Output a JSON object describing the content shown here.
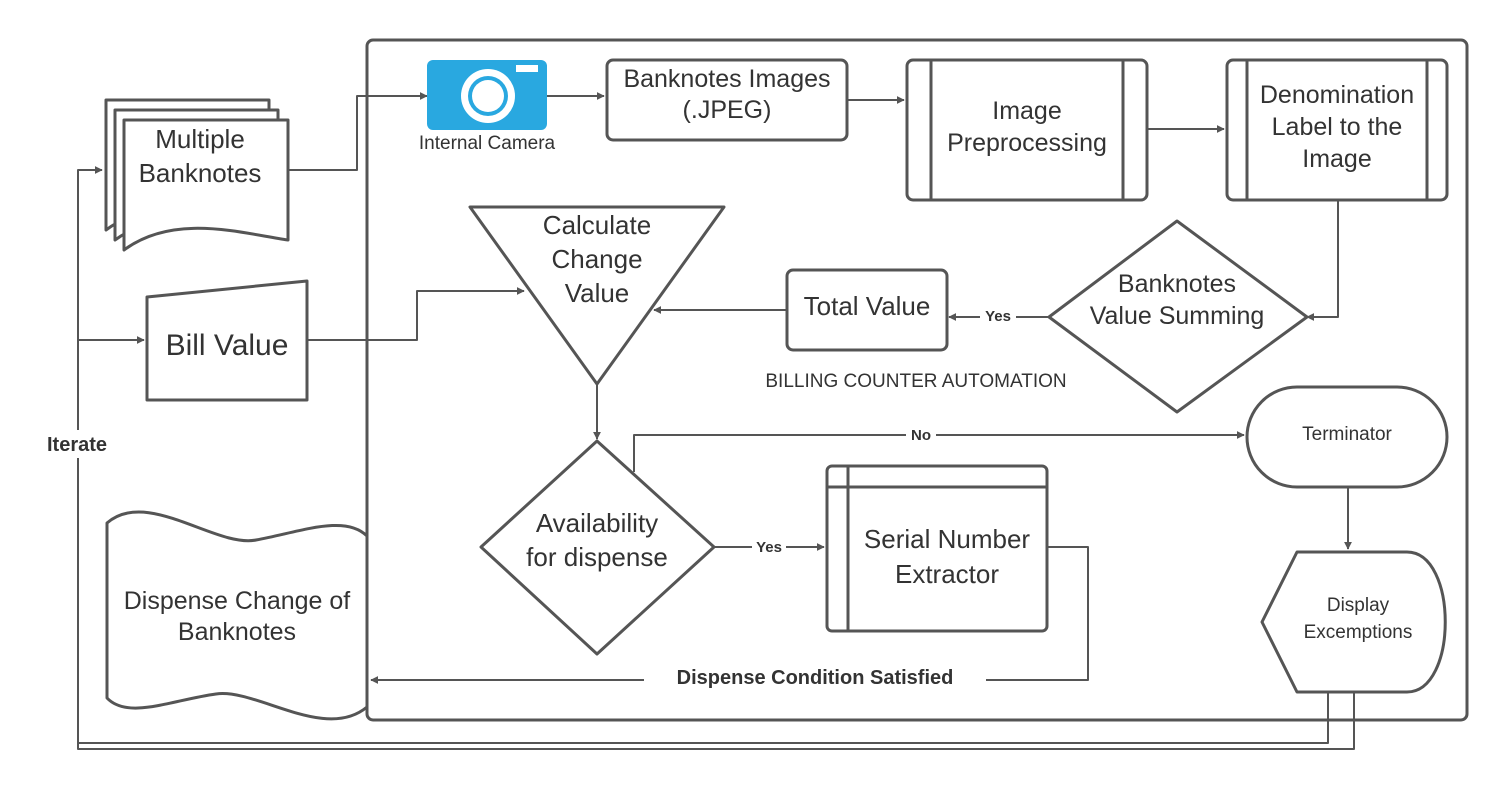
{
  "colors": {
    "stroke": "#555555",
    "text": "#333333",
    "camera": "#29a8e0",
    "background": "#ffffff"
  },
  "nodes": {
    "multiple_banknotes": [
      "Multiple",
      "Banknotes"
    ],
    "internal_camera": "Internal Camera",
    "banknotes_images": [
      "Banknotes Images",
      "(.JPEG)"
    ],
    "image_preprocessing": [
      "Image",
      "Preprocessing"
    ],
    "denomination_label": [
      "Denomination",
      "Label to the",
      "Image"
    ],
    "calculate_change": [
      "Calculate",
      "Change",
      "Value"
    ],
    "bill_value": "Bill Value",
    "total_value": "Total Value",
    "banknotes_value_summing": [
      "Banknotes",
      "Value Summing"
    ],
    "terminator": "Terminator",
    "availability": [
      "Availability",
      "for dispense"
    ],
    "serial_number_extractor": [
      "Serial Number",
      "Extractor"
    ],
    "display_exemptions": [
      "Display",
      "Excemptions"
    ],
    "dispense_change": [
      "Dispense Change of",
      "Banknotes"
    ]
  },
  "labels": {
    "container_title": "BILLING COUNTER AUTOMATION",
    "yes_total": "Yes",
    "yes_serial": "Yes",
    "no_terminator": "No",
    "iterate": "Iterate",
    "dispense_condition": "Dispense Condition Satisfied"
  },
  "icons": {
    "camera": "camera-icon"
  }
}
